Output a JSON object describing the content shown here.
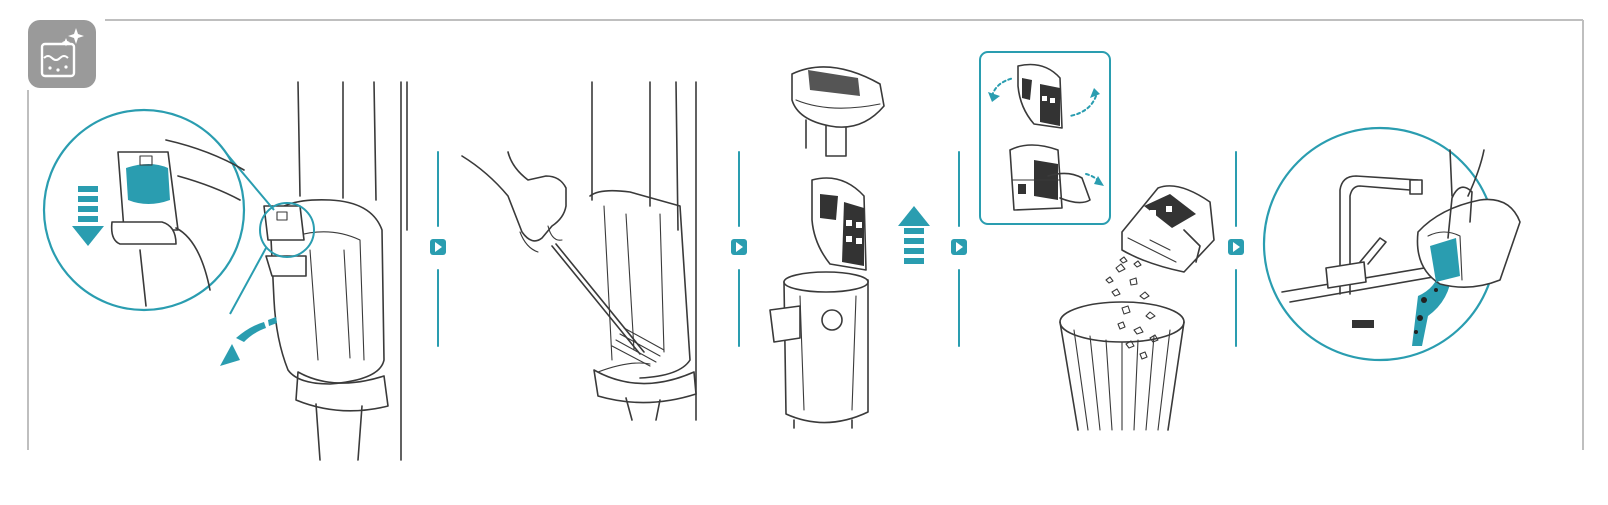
{
  "document": {
    "type": "illustrated-instruction-sheet",
    "section_icon": "cleaning-icon",
    "steps": [
      {
        "id": 1,
        "depicts": "release-dust-container"
      },
      {
        "id": 2,
        "depicts": "brush-clean-container-seat"
      },
      {
        "id": 3,
        "depicts": "lift-cyclone-and-filter-from-bin"
      },
      {
        "id": 4,
        "depicts": "twist-and-separate-filter"
      },
      {
        "id": 5,
        "depicts": "empty-debris-into-bin"
      },
      {
        "id": 6,
        "depicts": "rinse-under-tap"
      }
    ],
    "next_markers": 4
  },
  "colors": {
    "accent": "#2a9db0",
    "line": "#3a3a3a",
    "badge_bg": "#9a9a9a",
    "frame": "#bfbfbf"
  }
}
